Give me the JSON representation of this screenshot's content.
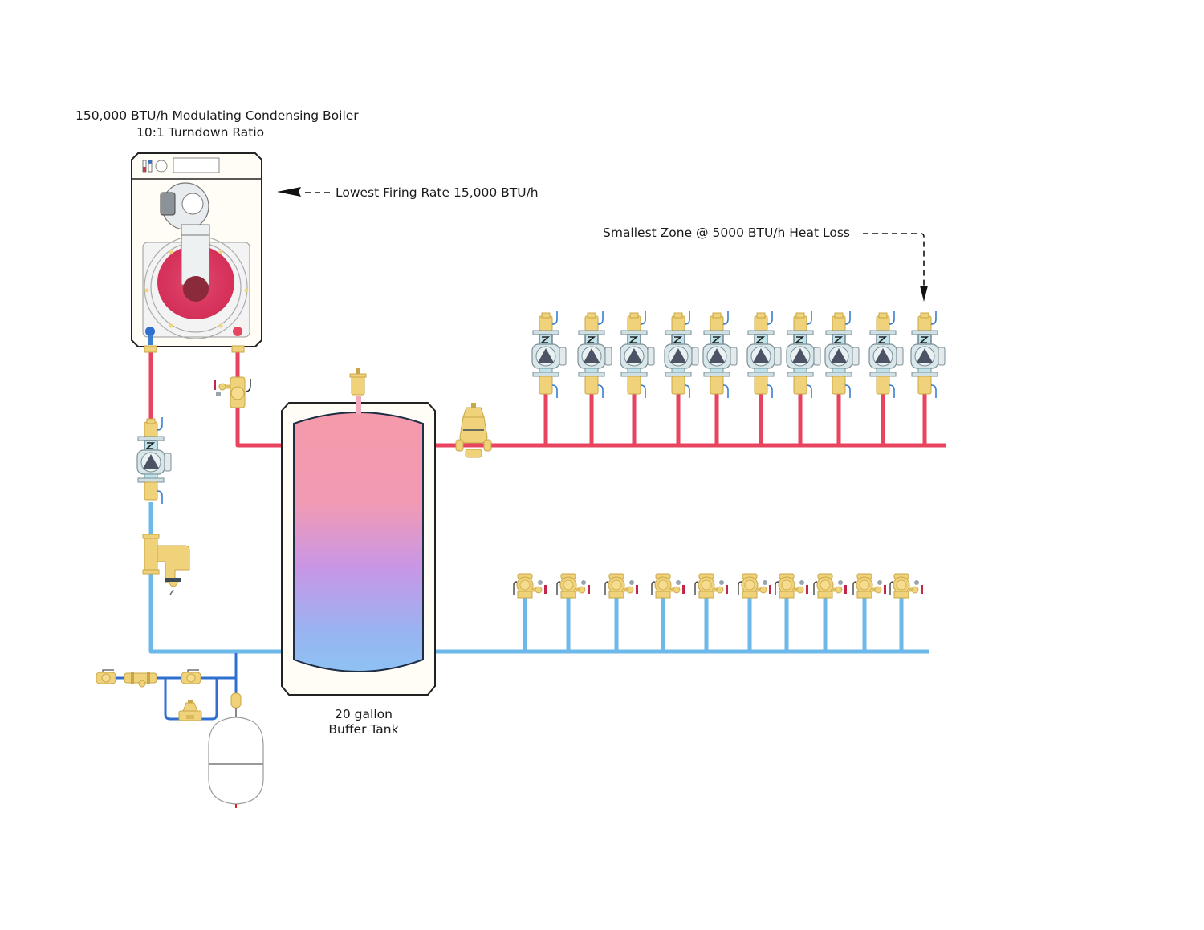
{
  "boiler": {
    "title_line1": "150,000 BTU/h Modulating Condensing Boiler",
    "title_line2": "10:1 Turndown Ratio",
    "capacity_btuh": 150000,
    "turndown_ratio": "10:1"
  },
  "annotations": {
    "lowest_firing_rate": "Lowest Firing Rate 15,000 BTU/h",
    "smallest_zone": "Smallest Zone @ 5000 BTU/h Heat Loss"
  },
  "buffer_tank": {
    "label_line1": "20 gallon",
    "label_line2": "Buffer Tank",
    "volume_gal": 20
  },
  "zones": {
    "count": 10,
    "supply_circulators": [
      "zone-1",
      "zone-2",
      "zone-3",
      "zone-4",
      "zone-5",
      "zone-6",
      "zone-7",
      "zone-8",
      "zone-9",
      "zone-10"
    ],
    "return_valves": [
      "zone-1",
      "zone-2",
      "zone-3",
      "zone-4",
      "zone-5",
      "zone-6",
      "zone-7",
      "zone-8",
      "zone-9",
      "zone-10"
    ],
    "highlighted_zone": 10
  },
  "colors": {
    "supply_pipe": "#e8435f",
    "return_pipe": "#6cb8e8",
    "brass": "#f0d27a",
    "brass_dark": "#c9a748",
    "pump_body": "#d9e6ea",
    "pump_triangle": "#4c5364",
    "tank_hot": "#f49aaa",
    "tank_mid": "#c896e6",
    "tank_cold": "#8ec2f3",
    "boiler_red": "#d9335a",
    "fill_pipe": "#2f6fd0"
  },
  "icons": {
    "circulator": "circulator-pump-icon",
    "air_vent": "air-vent-icon",
    "air_separator": "air-separator-icon",
    "dirt_separator": "dirt-separator-icon",
    "expansion_tank": "expansion-tank-icon",
    "isolation_valve": "ball-valve-icon",
    "fill_valve": "pressure-reducing-valve-icon",
    "backflow": "backflow-preventer-icon"
  }
}
